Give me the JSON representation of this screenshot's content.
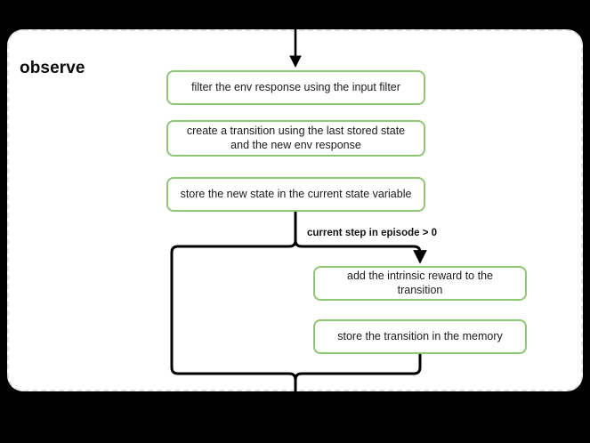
{
  "diagram": {
    "title": "observe",
    "type": "flowchart",
    "colors": {
      "node_border": "#8dc96f",
      "node_fill": "#ffffff",
      "panel_border": "#e2e2e2",
      "panel_fill": "#ffffff",
      "background": "#000000",
      "edge": "#000000",
      "text": "#1a1a1a"
    },
    "nodes": [
      {
        "id": "filter",
        "label": "filter the env response using the input filter"
      },
      {
        "id": "transition",
        "label": "create a transition using the last stored state and the new env response"
      },
      {
        "id": "store_state",
        "label": "store the new state in the current state variable"
      },
      {
        "id": "intrinsic",
        "label": "add the intrinsic reward to the transition"
      },
      {
        "id": "memory",
        "label": "store the transition in the memory"
      }
    ],
    "edges": [
      {
        "from": "entry",
        "to": "filter",
        "label": ""
      },
      {
        "from": "store_state",
        "to": "intrinsic",
        "label": "current step in episode > 0"
      },
      {
        "from": "store_state",
        "to": "exit",
        "label": ""
      },
      {
        "from": "memory",
        "to": "exit",
        "label": ""
      }
    ],
    "edge_labels": {
      "condition": "current step in episode > 0"
    }
  }
}
